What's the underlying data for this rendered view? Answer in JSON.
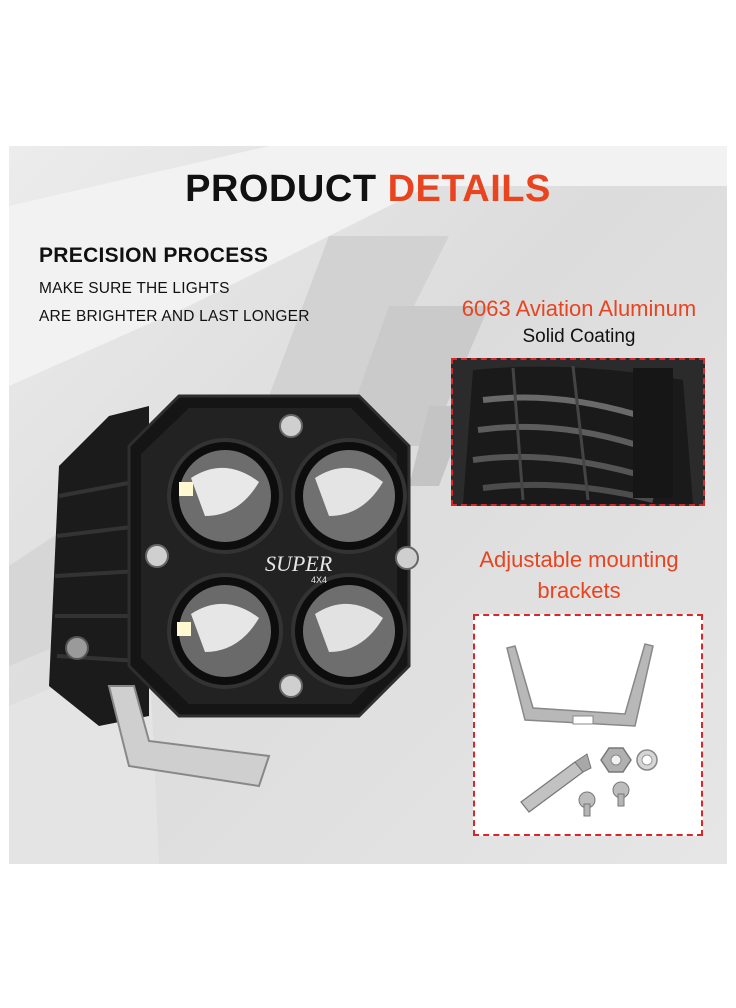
{
  "heading": {
    "word1": "PRODUCT",
    "word2": "DETAILS",
    "accent_color": "#e84420"
  },
  "precision": {
    "title": "PRECISION PROCESS",
    "line1": "MAKE SURE THE LIGHTS",
    "line2": "ARE BRIGHTER AND LAST LONGER"
  },
  "aluminum": {
    "title": "6063 Aviation Aluminum",
    "subtitle": "Solid Coating"
  },
  "brackets": {
    "title_line1": "Adjustable mounting",
    "title_line2": "brackets"
  },
  "lamp": {
    "brand": "SUPER",
    "badge": "4X4"
  },
  "colors": {
    "lamp_body": "#1c1c1c",
    "dashed_border": "#d8262a"
  }
}
